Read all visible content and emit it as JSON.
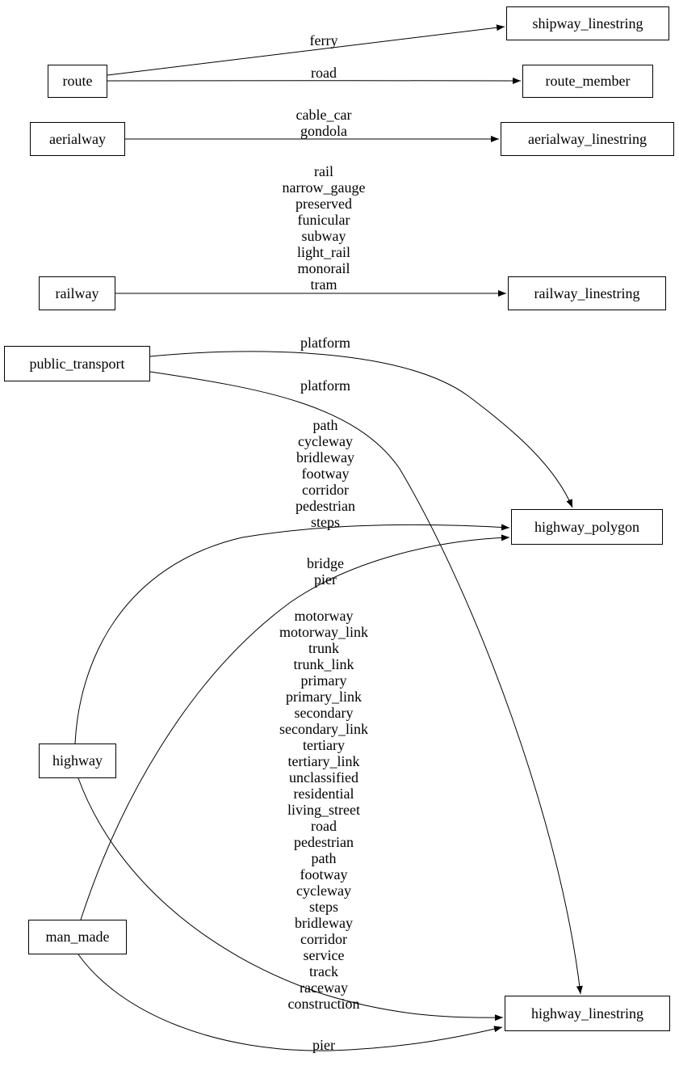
{
  "diagram": {
    "colors": {
      "background": "#ffffff",
      "line": "#000000",
      "text": "#000000"
    },
    "nodes": [
      {
        "id": "route",
        "label": "route"
      },
      {
        "id": "aerialway",
        "label": "aerialway"
      },
      {
        "id": "railway",
        "label": "railway"
      },
      {
        "id": "public_transport",
        "label": "public_transport"
      },
      {
        "id": "highway",
        "label": "highway"
      },
      {
        "id": "man_made",
        "label": "man_made"
      },
      {
        "id": "shipway_linestring",
        "label": "shipway_linestring"
      },
      {
        "id": "route_member",
        "label": "route_member"
      },
      {
        "id": "aerialway_linestring",
        "label": "aerialway_linestring"
      },
      {
        "id": "railway_linestring",
        "label": "railway_linestring"
      },
      {
        "id": "highway_polygon",
        "label": "highway_polygon"
      },
      {
        "id": "highway_linestring",
        "label": "highway_linestring"
      }
    ],
    "edges": [
      {
        "from": "route",
        "to": "shipway_linestring",
        "label": "ferry"
      },
      {
        "from": "route",
        "to": "route_member",
        "label": "road"
      },
      {
        "from": "aerialway",
        "to": "aerialway_linestring",
        "label": "cable_car\ngondola"
      },
      {
        "from": "railway",
        "to": "railway_linestring",
        "label": "rail\nnarrow_gauge\npreserved\nfunicular\nsubway\nlight_rail\nmonorail\ntram"
      },
      {
        "from": "public_transport",
        "to": "highway_polygon",
        "label": "platform"
      },
      {
        "from": "public_transport",
        "to": "highway_linestring",
        "label": "platform"
      },
      {
        "from": "highway",
        "to": "highway_polygon",
        "label": "path\ncycleway\nbridleway\nfootway\ncorridor\npedestrian\nsteps"
      },
      {
        "from": "man_made",
        "to": "highway_polygon",
        "label": "bridge\npier"
      },
      {
        "from": "highway",
        "to": "highway_linestring",
        "label": "motorway\nmotorway_link\ntrunk\ntrunk_link\nprimary\nprimary_link\nsecondary\nsecondary_link\ntertiary\ntertiary_link\nunclassified\nresidential\nliving_street\nroad\npedestrian\npath\nfootway\ncycleway\nsteps\nbridleway\ncorridor\nservice\ntrack\nraceway\nconstruction"
      },
      {
        "from": "man_made",
        "to": "highway_linestring",
        "label": "pier"
      }
    ]
  }
}
